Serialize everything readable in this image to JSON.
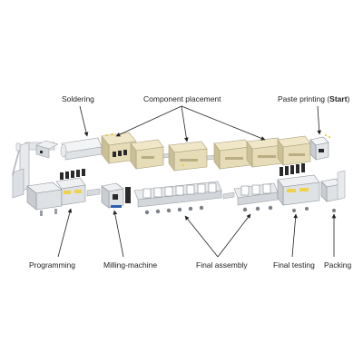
{
  "labels": {
    "soldering": "Soldering",
    "component_placement": "Component placement",
    "paste_printing": "Paste printing (",
    "paste_printing_start": "Start",
    "paste_printing_close": ")",
    "programming": "Programming",
    "milling_machine": "Milling-machine",
    "final_assembly": "Final assembly",
    "final_testing": "Final testing",
    "packing": "Packing"
  },
  "colors": {
    "machine_beige": "#e6dcb8",
    "machine_beige_dark": "#cbbf95",
    "machine_grey": "#d8dadd",
    "machine_grey_dark": "#9a9ea4",
    "panel_black": "#2a2a2a",
    "arrow": "#222222",
    "accent_blue": "#2c5fb0",
    "accent_yellow": "#f0d24a"
  }
}
